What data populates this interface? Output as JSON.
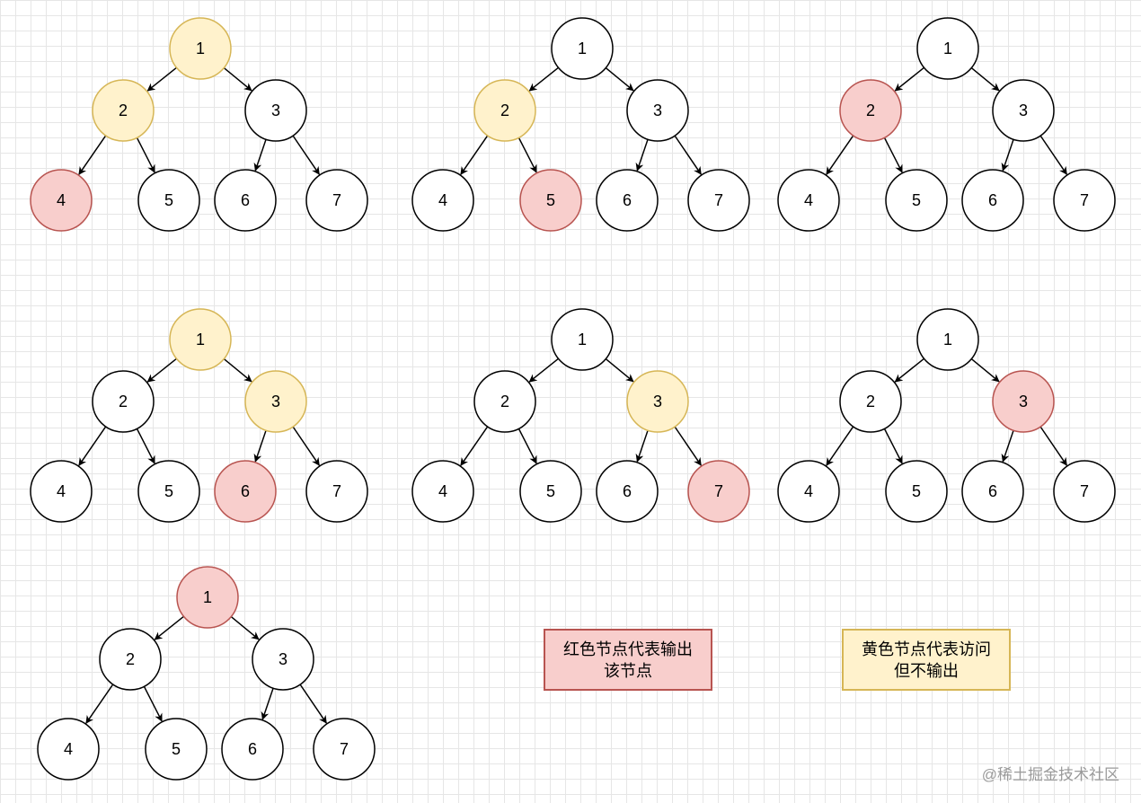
{
  "colors": {
    "output_fill": "#f8cecc",
    "output_stroke": "#b85450",
    "visit_fill": "#fff2cc",
    "visit_stroke": "#d6b656",
    "normal_fill": "#ffffff",
    "normal_stroke": "#000000"
  },
  "trees": [
    {
      "visited": [
        "1",
        "2"
      ],
      "output": [
        "4"
      ]
    },
    {
      "visited": [
        "2"
      ],
      "output": [
        "5"
      ]
    },
    {
      "visited": [],
      "output": [
        "2"
      ]
    },
    {
      "visited": [
        "1",
        "3"
      ],
      "output": [
        "6"
      ]
    },
    {
      "visited": [
        "3"
      ],
      "output": [
        "7"
      ]
    },
    {
      "visited": [],
      "output": [
        "3"
      ]
    },
    {
      "visited": [],
      "output": [
        "1"
      ]
    }
  ],
  "node_labels": [
    "1",
    "2",
    "3",
    "4",
    "5",
    "6",
    "7"
  ],
  "legend": {
    "output": "红色节点代表输出\n该节点",
    "visit": "黄色节点代表访问\n但不输出"
  },
  "watermark": "@稀土掘金技术社区"
}
